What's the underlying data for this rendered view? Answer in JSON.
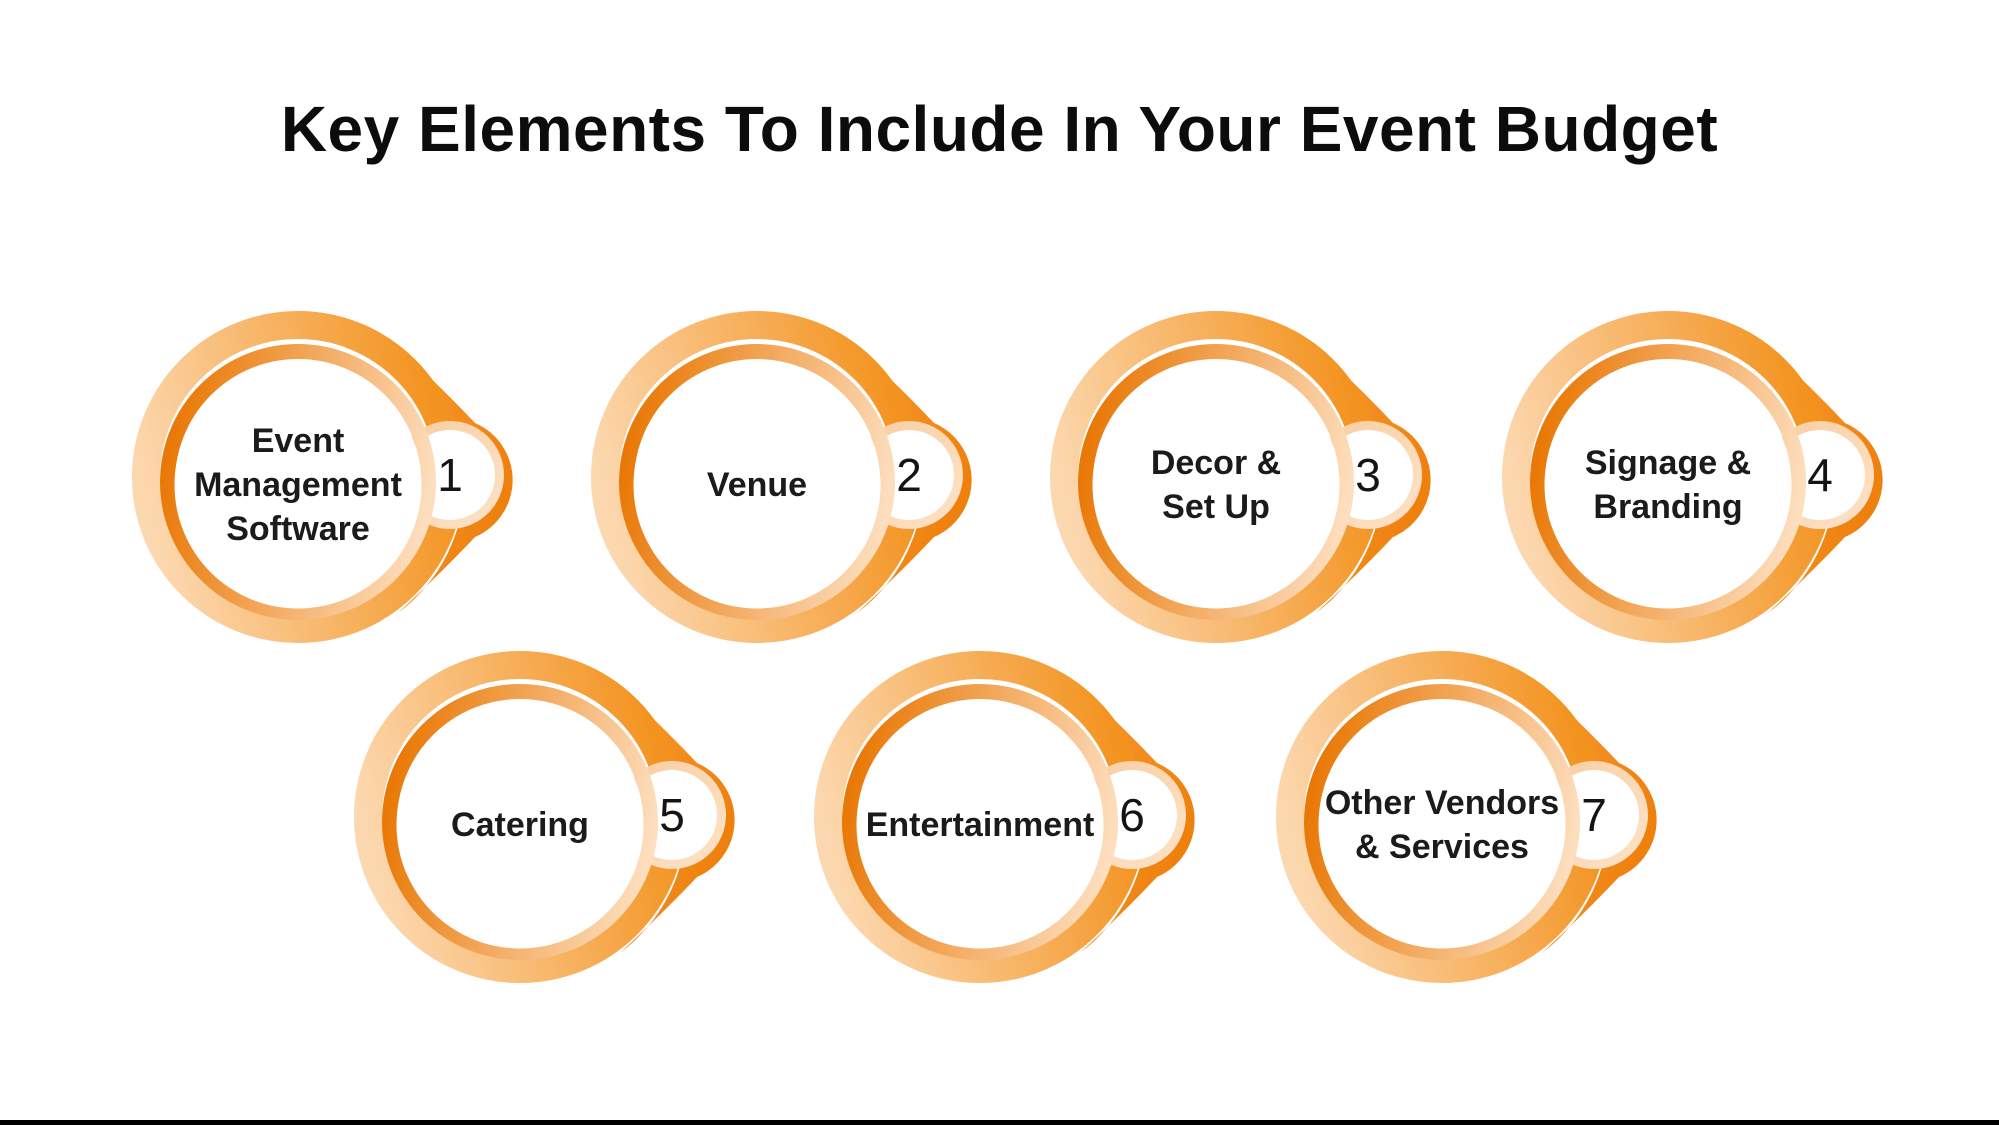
{
  "title": "Key Elements To Include In Your Event Budget",
  "items": [
    {
      "number": "1",
      "label": "Event Management Software",
      "label_lines": [
        "Event",
        "Management",
        "Software"
      ]
    },
    {
      "number": "2",
      "label": "Venue",
      "label_lines": [
        "Venue"
      ]
    },
    {
      "number": "3",
      "label": "Decor & Set Up",
      "label_lines": [
        "Decor &",
        "Set Up"
      ]
    },
    {
      "number": "4",
      "label": "Signage & Branding",
      "label_lines": [
        "Signage &",
        "Branding"
      ]
    },
    {
      "number": "5",
      "label": "Catering",
      "label_lines": [
        "Catering"
      ]
    },
    {
      "number": "6",
      "label": "Entertainment",
      "label_lines": [
        "Entertainment"
      ]
    },
    {
      "number": "7",
      "label": "Other Vendors & Services",
      "label_lines": [
        "Other Vendors",
        "& Services"
      ]
    }
  ],
  "colors": {
    "background": "#ffffff",
    "bottom_strip": "#000000",
    "ring_peach_light": "#FCD8B0",
    "ring_orange": "#F3921D",
    "ring_orange_dark": "#E97907",
    "ring_peach_pale": "#FDDEBE",
    "connector_light": "#F89A33",
    "connector_dark": "#ED7D08",
    "badge_peach_a": "#F8CDA0",
    "badge_peach_b": "#FDE3C9",
    "text": "#1b1b1b",
    "title_text": "#0c0c0c"
  }
}
